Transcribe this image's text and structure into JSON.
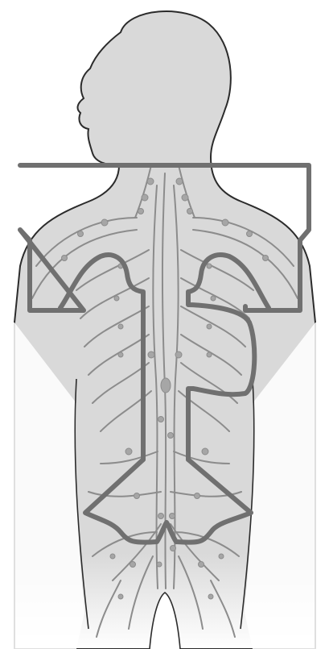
{
  "figure": {
    "subject": "human-back-silhouette",
    "content": "lymphatic-system",
    "colors": {
      "background": "#ffffff",
      "body_fill": "#d9d9d9",
      "body_outline": "#2b2b2b",
      "vessel": "#8c8c8c",
      "node": "#a6a6a6",
      "region_outline": "#707070"
    },
    "regions": [
      {
        "name": "upper-region",
        "outline": "rectangular-bracket"
      },
      {
        "name": "thorax-right-region",
        "outline": "curved-shape"
      },
      {
        "name": "thorax-left-region",
        "outline": "curved-shape"
      },
      {
        "name": "trunk-central-region",
        "outline": "keyhole-shape"
      }
    ]
  }
}
